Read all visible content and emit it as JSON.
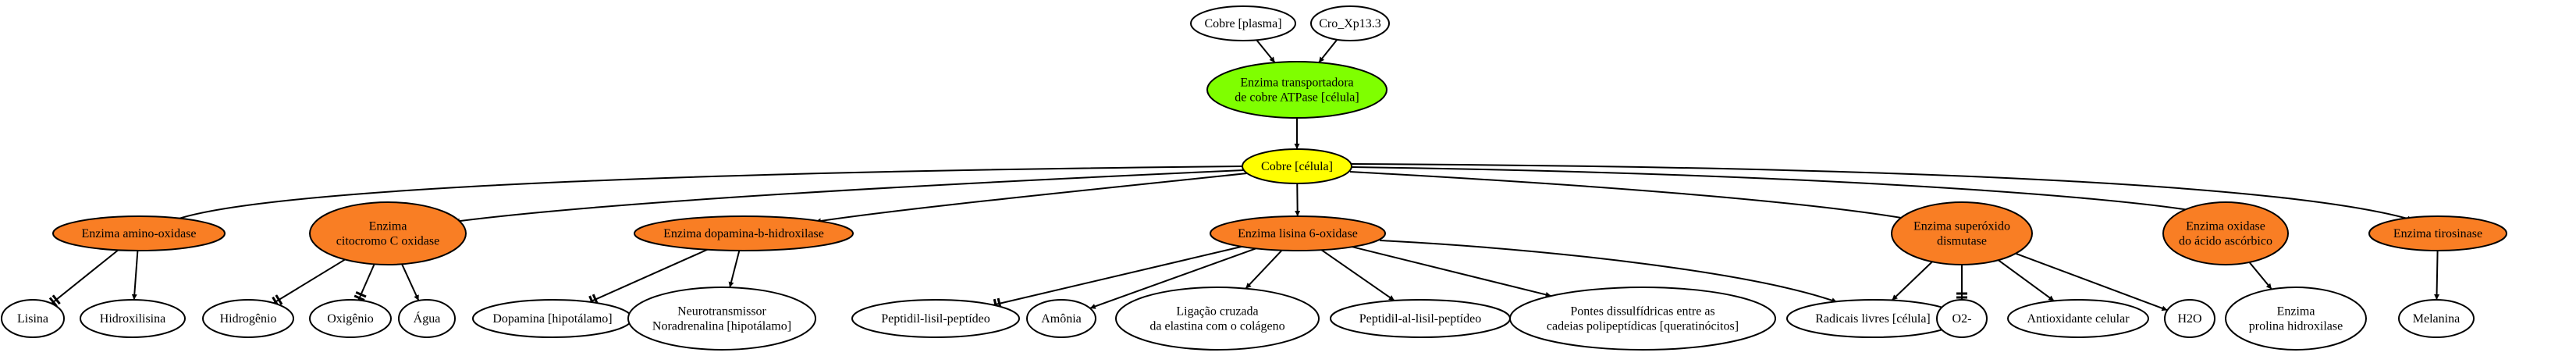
{
  "colors": {
    "white": "#ffffff",
    "green": "#7fff00",
    "yellow": "#ffff00",
    "orange": "#f97e24"
  },
  "nodes": [
    {
      "id": "cobre_plasma",
      "lines": [
        "Cobre [plasma]"
      ],
      "color": "white"
    },
    {
      "id": "cro_xp",
      "lines": [
        "Cro_Xp13.3"
      ],
      "color": "white"
    },
    {
      "id": "atpase",
      "lines": [
        "Enzima transportadora",
        "de cobre ATPase [célula]"
      ],
      "color": "green"
    },
    {
      "id": "cobre_celula",
      "lines": [
        "Cobre [célula]"
      ],
      "color": "yellow"
    },
    {
      "id": "amino_oxidase",
      "lines": [
        "Enzima amino-oxidase"
      ],
      "color": "orange"
    },
    {
      "id": "citocromo",
      "lines": [
        "Enzima",
        "citocromo C oxidase"
      ],
      "color": "orange"
    },
    {
      "id": "dopamina_hidroxilase",
      "lines": [
        "Enzima dopamina-b-hidroxilase"
      ],
      "color": "orange"
    },
    {
      "id": "lisina_oxidase",
      "lines": [
        "Enzima lisina 6-oxidase"
      ],
      "color": "orange"
    },
    {
      "id": "superoxido",
      "lines": [
        "Enzima superóxido",
        "dismutase"
      ],
      "color": "orange"
    },
    {
      "id": "ascorbico",
      "lines": [
        "Enzima oxidase",
        "do ácido ascórbico"
      ],
      "color": "orange"
    },
    {
      "id": "tirosinase",
      "lines": [
        "Enzima tirosinase"
      ],
      "color": "orange"
    },
    {
      "id": "lisina",
      "lines": [
        "Lisina"
      ],
      "color": "white"
    },
    {
      "id": "hidroxilisina",
      "lines": [
        "Hidroxilisina"
      ],
      "color": "white"
    },
    {
      "id": "hidrogenio",
      "lines": [
        "Hidrogênio"
      ],
      "color": "white"
    },
    {
      "id": "oxigenio",
      "lines": [
        "Oxigênio"
      ],
      "color": "white"
    },
    {
      "id": "agua",
      "lines": [
        "Água"
      ],
      "color": "white"
    },
    {
      "id": "dopamina",
      "lines": [
        "Dopamina [hipotálamo]"
      ],
      "color": "white"
    },
    {
      "id": "noradrenalina",
      "lines": [
        "Neurotransmissor",
        "Noradrenalina [hipotálamo]"
      ],
      "color": "white"
    },
    {
      "id": "peptidil_lisil",
      "lines": [
        "Peptidil-lisil-peptídeo"
      ],
      "color": "white"
    },
    {
      "id": "amonia",
      "lines": [
        "Amônia"
      ],
      "color": "white"
    },
    {
      "id": "ligacao",
      "lines": [
        "Ligação cruzada",
        "da elastina com o colágeno"
      ],
      "color": "white"
    },
    {
      "id": "peptidil_al",
      "lines": [
        "Peptidil-al-lisil-peptídeo"
      ],
      "color": "white"
    },
    {
      "id": "pontes",
      "lines": [
        "Pontes dissulfídricas entre as",
        "cadeias polipeptídicas [queratinócitos]"
      ],
      "color": "white"
    },
    {
      "id": "radicais",
      "lines": [
        "Radicais livres [célula]"
      ],
      "color": "white"
    },
    {
      "id": "o2",
      "lines": [
        "O2-"
      ],
      "color": "white"
    },
    {
      "id": "antioxidante",
      "lines": [
        "Antioxidante celular"
      ],
      "color": "white"
    },
    {
      "id": "h2o",
      "lines": [
        "H2O"
      ],
      "color": "white"
    },
    {
      "id": "prolina",
      "lines": [
        "Enzima",
        "prolina hidroxilase"
      ],
      "color": "white"
    },
    {
      "id": "melanina",
      "lines": [
        "Melanina"
      ],
      "color": "white"
    }
  ],
  "edges": [
    {
      "from": "cobre_plasma",
      "to": "atpase",
      "head": "normal"
    },
    {
      "from": "cro_xp",
      "to": "atpase",
      "head": "normal"
    },
    {
      "from": "atpase",
      "to": "cobre_celula",
      "head": "normal"
    },
    {
      "from": "cobre_celula",
      "to": "amino_oxidase",
      "head": "normal"
    },
    {
      "from": "cobre_celula",
      "to": "citocromo",
      "head": "normal"
    },
    {
      "from": "cobre_celula",
      "to": "dopamina_hidroxilase",
      "head": "normal"
    },
    {
      "from": "cobre_celula",
      "to": "lisina_oxidase",
      "head": "normal"
    },
    {
      "from": "cobre_celula",
      "to": "superoxido",
      "head": "normal"
    },
    {
      "from": "cobre_celula",
      "to": "ascorbico",
      "head": "normal"
    },
    {
      "from": "cobre_celula",
      "to": "tirosinase",
      "head": "normal"
    },
    {
      "from": "amino_oxidase",
      "to": "lisina",
      "head": "tee"
    },
    {
      "from": "amino_oxidase",
      "to": "hidroxilisina",
      "head": "normal"
    },
    {
      "from": "citocromo",
      "to": "hidrogenio",
      "head": "tee"
    },
    {
      "from": "citocromo",
      "to": "oxigenio",
      "head": "tee"
    },
    {
      "from": "citocromo",
      "to": "agua",
      "head": "normal"
    },
    {
      "from": "dopamina_hidroxilase",
      "to": "dopamina",
      "head": "tee"
    },
    {
      "from": "dopamina_hidroxilase",
      "to": "noradrenalina",
      "head": "normal"
    },
    {
      "from": "lisina_oxidase",
      "to": "peptidil_lisil",
      "head": "tee"
    },
    {
      "from": "lisina_oxidase",
      "to": "amonia",
      "head": "normal"
    },
    {
      "from": "lisina_oxidase",
      "to": "ligacao",
      "head": "normal"
    },
    {
      "from": "lisina_oxidase",
      "to": "peptidil_al",
      "head": "normal"
    },
    {
      "from": "lisina_oxidase",
      "to": "pontes",
      "head": "normal"
    },
    {
      "from": "lisina_oxidase",
      "to": "radicais",
      "head": "normal"
    },
    {
      "from": "superoxido",
      "to": "radicais",
      "head": "normal"
    },
    {
      "from": "superoxido",
      "to": "o2",
      "head": "tee"
    },
    {
      "from": "superoxido",
      "to": "antioxidante",
      "head": "normal"
    },
    {
      "from": "superoxido",
      "to": "h2o",
      "head": "normal"
    },
    {
      "from": "ascorbico",
      "to": "prolina",
      "head": "normal"
    },
    {
      "from": "tirosinase",
      "to": "melanina",
      "head": "normal"
    }
  ]
}
